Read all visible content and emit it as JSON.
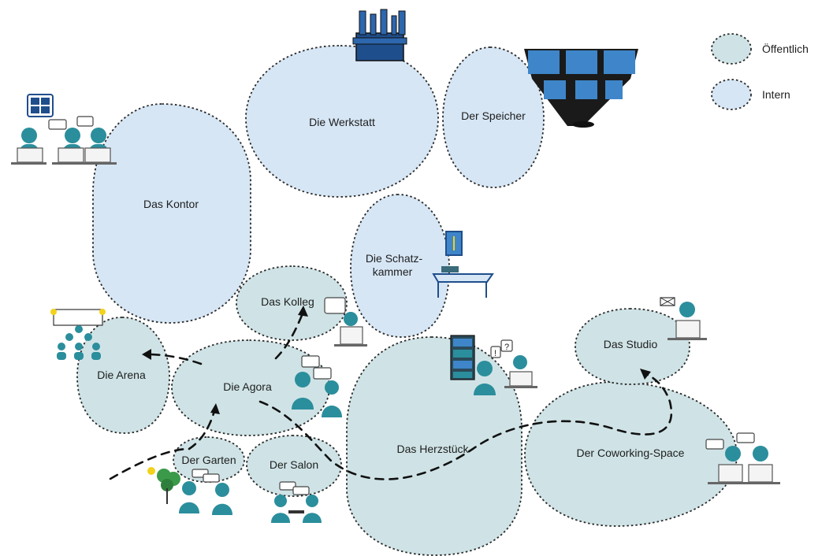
{
  "legend": {
    "public_label": "Öffentlich",
    "internal_label": "Intern",
    "public_color": "#cfe3e6",
    "internal_color": "#d6e6f5"
  },
  "zones": {
    "kontor": {
      "label": "Das Kontor",
      "category": "intern"
    },
    "werkstatt": {
      "label": "Die Werkstatt",
      "category": "intern"
    },
    "speicher": {
      "label": "Der Speicher",
      "category": "intern"
    },
    "schatzkammer": {
      "label_line1": "Die Schatz-",
      "label_line2": "kammer",
      "category": "intern"
    },
    "kolleg": {
      "label": "Das Kolleg",
      "category": "öffentlich"
    },
    "arena": {
      "label": "Die Arena",
      "category": "öffentlich"
    },
    "agora": {
      "label": "Die Agora",
      "category": "öffentlich"
    },
    "garten": {
      "label": "Der Garten",
      "category": "öffentlich"
    },
    "salon": {
      "label": "Der Salon",
      "category": "öffentlich"
    },
    "herzstueck": {
      "label": "Das Herzstück",
      "category": "öffentlich"
    },
    "coworking": {
      "label": "Der Coworking-Space",
      "category": "öffentlich"
    },
    "studio": {
      "label": "Das Studio",
      "category": "öffentlich"
    }
  },
  "icons": {
    "person_color": "#2b8e9c",
    "toolbox_color": "#1f4e8c",
    "bubble_marks": [
      "!",
      "?"
    ]
  }
}
